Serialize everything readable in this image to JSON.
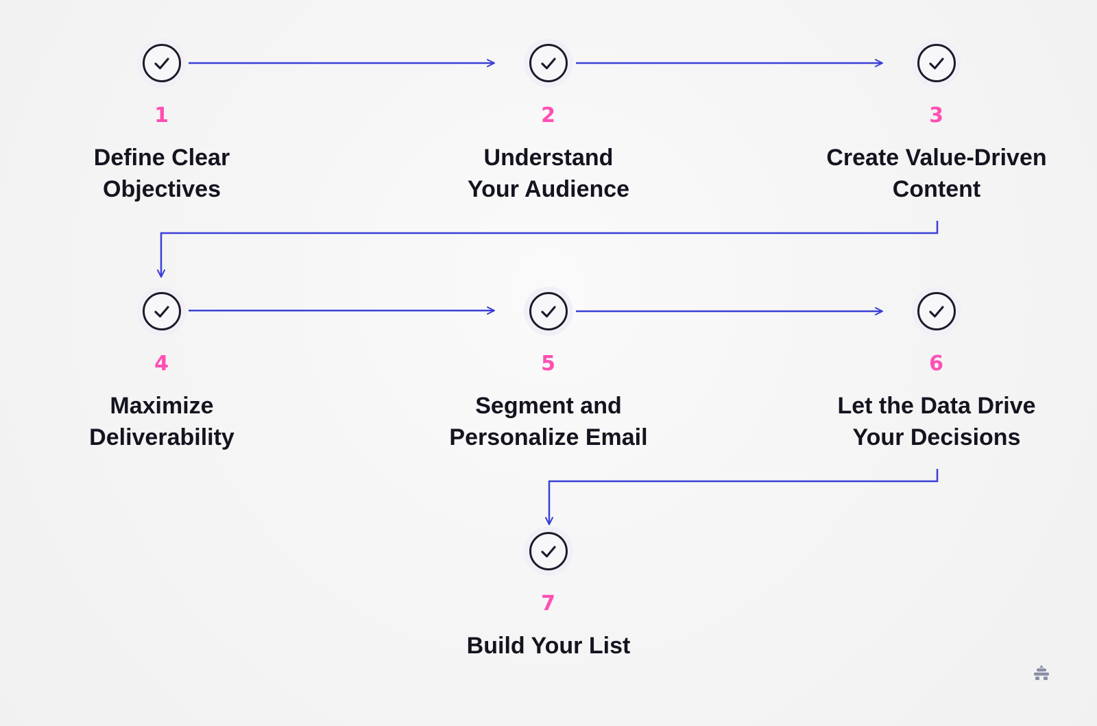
{
  "colors": {
    "connector": "#3a3fd6",
    "number": "#ff4fb3",
    "label": "#14141f",
    "circle_stroke": "#1b1b2b",
    "logo": "#8a8fa3"
  },
  "icons": {
    "step_marker": "check-circle-icon",
    "brand": "beehive-logo-icon"
  },
  "steps": [
    {
      "number": "1",
      "label": "Define Clear\nObjectives"
    },
    {
      "number": "2",
      "label": "Understand\nYour Audience"
    },
    {
      "number": "3",
      "label": "Create Value-Driven\nContent"
    },
    {
      "number": "4",
      "label": "Maximize\nDeliverability"
    },
    {
      "number": "5",
      "label": "Segment and\nPersonalize Email"
    },
    {
      "number": "6",
      "label": "Let the Data Drive\nYour Decisions"
    },
    {
      "number": "7",
      "label": "Build Your List"
    }
  ]
}
